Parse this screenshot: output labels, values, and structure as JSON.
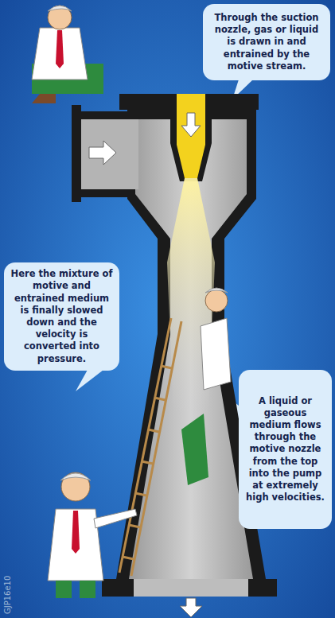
{
  "diagram": {
    "nodes": [
      {
        "text": [
          "Through the suction nozzle, gas or liquid is drawn in and entrained by the motive stream."
        ]
      },
      {
        "text": [
          "Here the mixture of motive and entrained medium is finally slowed down and the velocity is converted into pressure."
        ]
      },
      {
        "text": [
          "A liquid or gaseous medium flows through the motive nozzle from the top into the pump at extremely high velocities."
        ]
      }
    ],
    "labels": [
      "GJP16e10"
    ]
  }
}
